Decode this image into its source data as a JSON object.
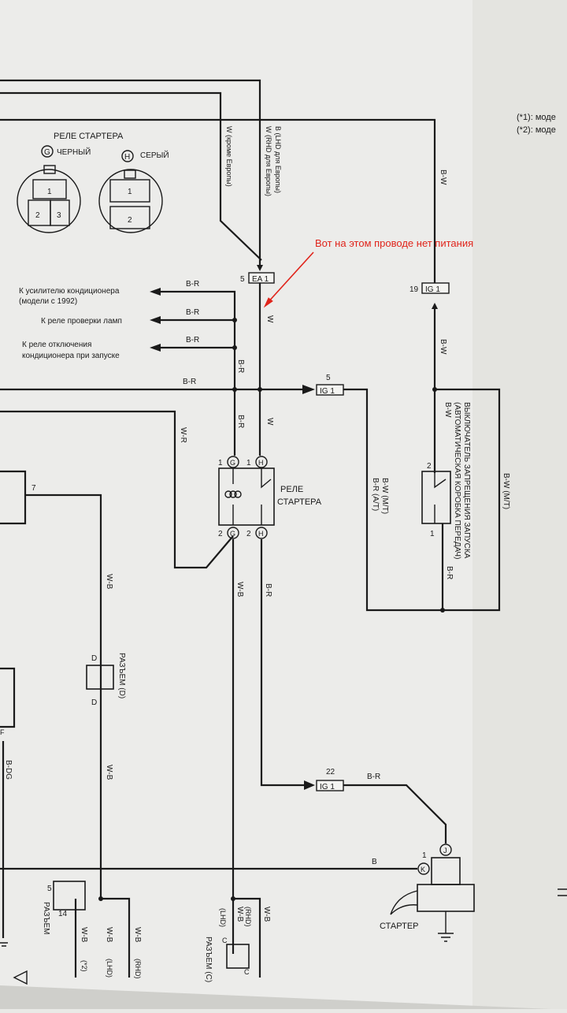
{
  "notes": {
    "n1": "(*1): моде",
    "n2": "(*2): моде"
  },
  "relay_legend": {
    "title": "РЕЛЕ СТАРТЕРА",
    "g_letter": "G",
    "g_color": "ЧЕРНЫЙ",
    "h_letter": "H",
    "h_color": "СЕРЫЙ",
    "pins_g": [
      "1",
      "2",
      "3"
    ],
    "pins_h": [
      "1",
      "2"
    ]
  },
  "wire_notes": {
    "w_except_europe": "W (кроме Европы)",
    "w_rhd": "W (RHD для Европы)",
    "b_lhd": "B (LHD для Европы)"
  },
  "annotation": {
    "text": "Вот на этом проводе нет питания",
    "color": "#e0241b"
  },
  "connectors": {
    "ea1": {
      "label": "EA 1",
      "pin": "5"
    },
    "ig1_top": {
      "label": "IG 1",
      "pin": "19"
    },
    "ig1_mid": {
      "label": "IG 1",
      "pin": "5"
    },
    "ig1_bottom": {
      "label": "IG 1",
      "pin": "22"
    }
  },
  "loads": {
    "ac_amp_1": "К усилителю кондиционера",
    "ac_amp_2": "(модели с 1992)",
    "lamp_check": "К реле проверки ламп",
    "ac_cut_1": "К реле отключения",
    "ac_cut_2": "кондиционера при запуске"
  },
  "wire_colors": {
    "br": "B-R",
    "bw": "B-W",
    "w": "W",
    "wr": "W-R",
    "wb": "W-B",
    "b": "B",
    "bdg": "B-DG",
    "bw_mt": "B-W (M/T)",
    "br_at": "B-R (A/T)"
  },
  "starter_relay": {
    "label_1": "РЕЛЕ",
    "label_2": "СТАРТЕРА",
    "pin_g1": "1",
    "pin_g2": "2",
    "pin_h1": "1",
    "pin_h2": "2",
    "g": "G",
    "h": "H"
  },
  "inhibit_switch": {
    "line1": "ВЫКЛЮЧАТЕЛЬ ЗАПРЕЩЕНИЯ ЗАПУСКА",
    "line2": "(АВТОМАТИЧЕСКАЯ КОРОБКА ПЕРЕДАЧ)",
    "pin_top": "2",
    "pin_bottom": "1"
  },
  "connector_d": {
    "label": "РАЗЪЕМ (D)",
    "letter": "D"
  },
  "connector_c": {
    "label": "РАЗЪЕМ (C)",
    "letter": "C",
    "rhd": "(RHD)",
    "lhd": "(LHD)"
  },
  "connector_left": {
    "label": "РАЗЪЕМ",
    "pin_5": "5",
    "pin_14": "14",
    "star": "(*2)",
    "lhd": "(LHD)",
    "rhd": "(RHD)"
  },
  "starter": {
    "label": "СТАРТЕР",
    "pin": "1",
    "j": "J",
    "k": "K"
  },
  "misc": {
    "pin7": "7",
    "f": "F"
  }
}
